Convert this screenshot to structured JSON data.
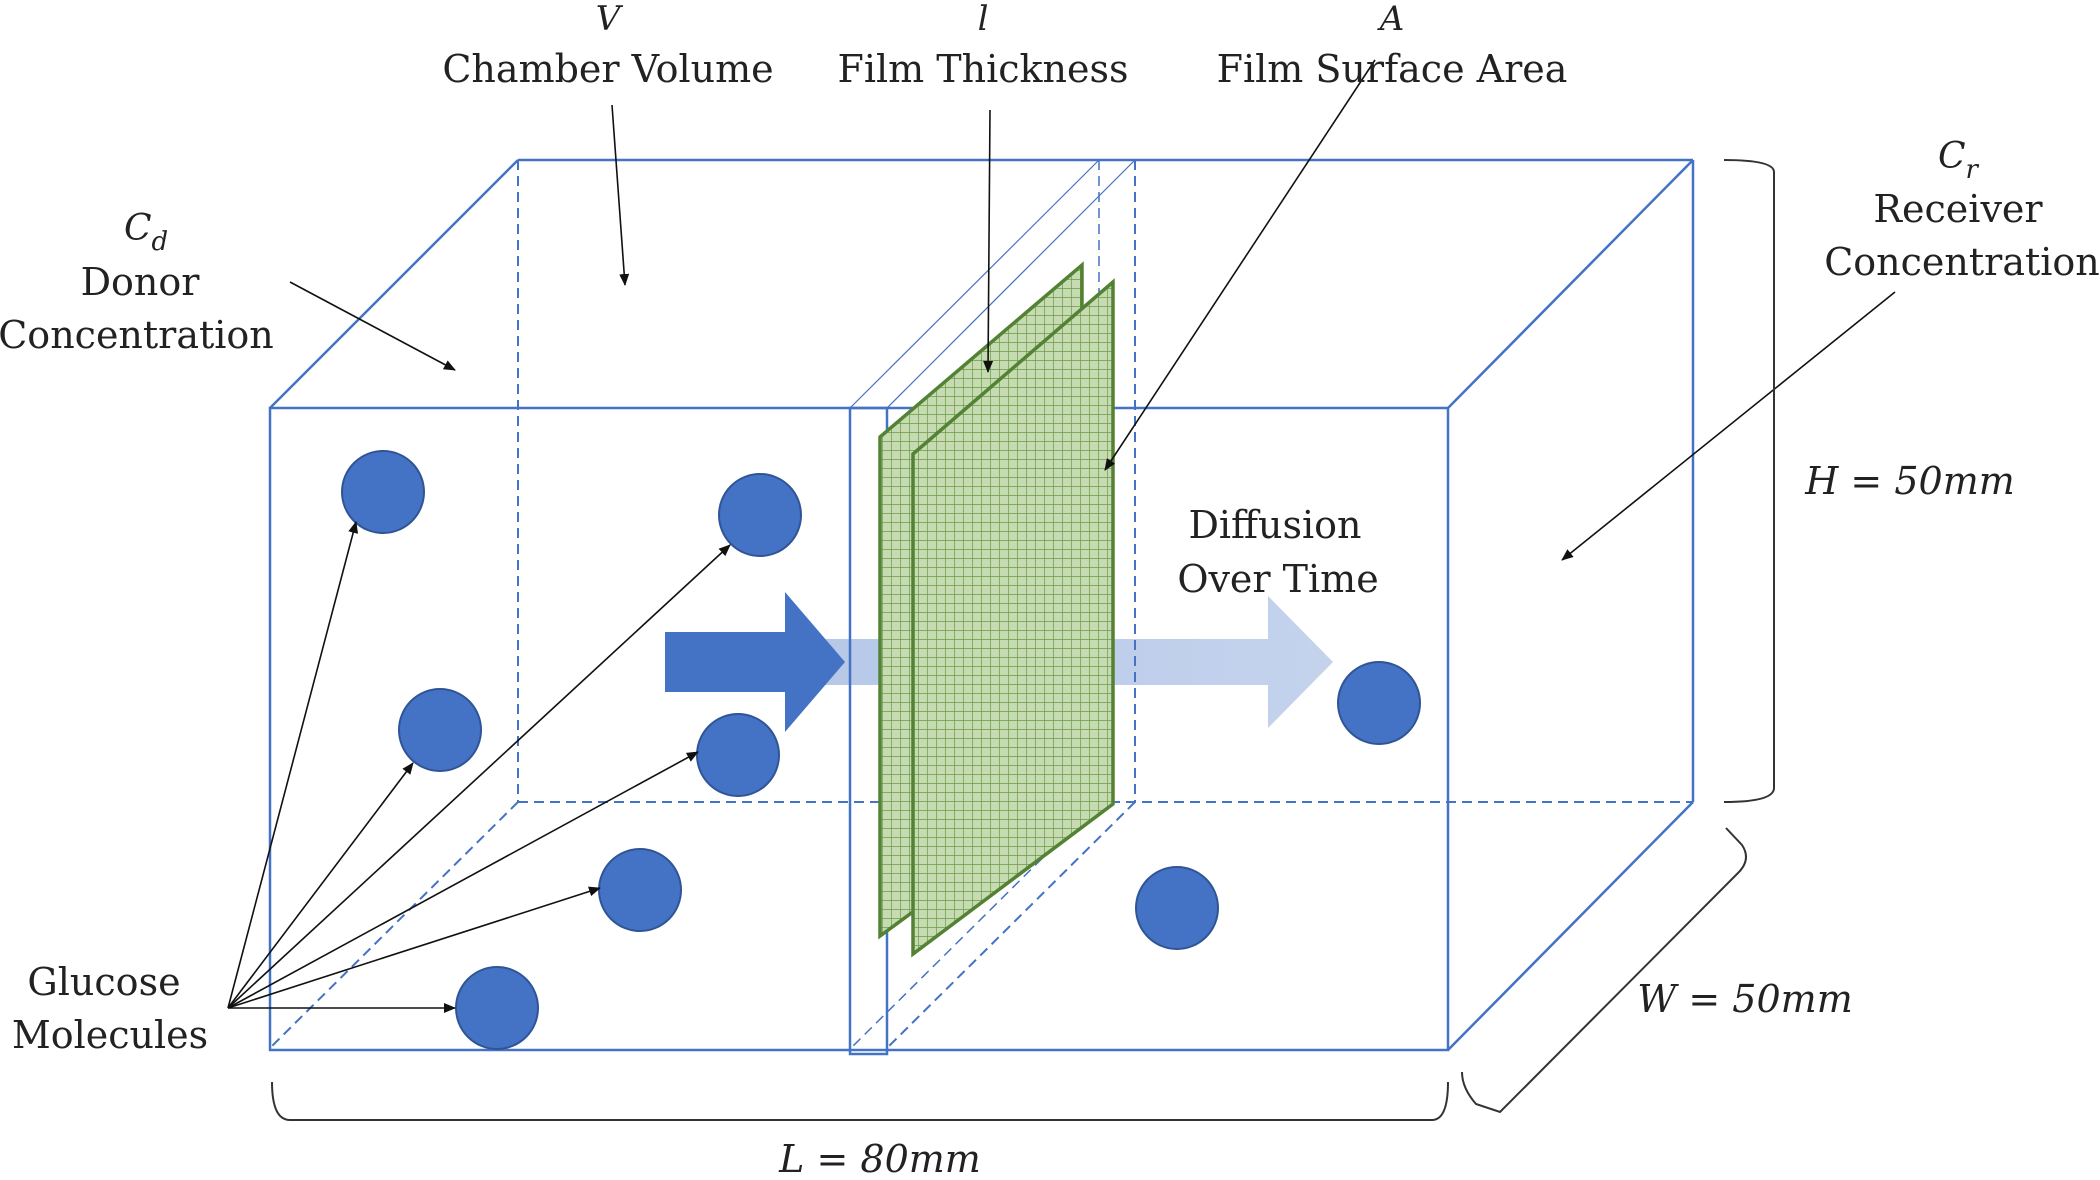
{
  "symbols": {
    "volume": "V",
    "thickness": "l",
    "area": "A",
    "donor": "C",
    "donor_sub": "d",
    "receiver": "C",
    "receiver_sub": "r"
  },
  "labels": {
    "chamber_volume": "Chamber Volume",
    "film_thickness": "Film Thickness",
    "film_surface_area": "Film Surface Area",
    "donor_line1": "Donor",
    "donor_line2": "Concentration",
    "receiver_line1": "Receiver",
    "receiver_line2": "Concentration",
    "diffusion_line1": "Diffusion",
    "diffusion_line2": "Over Time",
    "glucose_line1": "Glucose",
    "glucose_line2": "Molecules"
  },
  "dimensions": {
    "height": "H = 50mm",
    "width": "W = 50mm",
    "length": "L = 80mm"
  },
  "colors": {
    "box_edge": "#4472c4",
    "molecule": "#4472c4",
    "molecule_edge": "#2f5597",
    "film": "#548235",
    "arrow": "#4472c4"
  }
}
